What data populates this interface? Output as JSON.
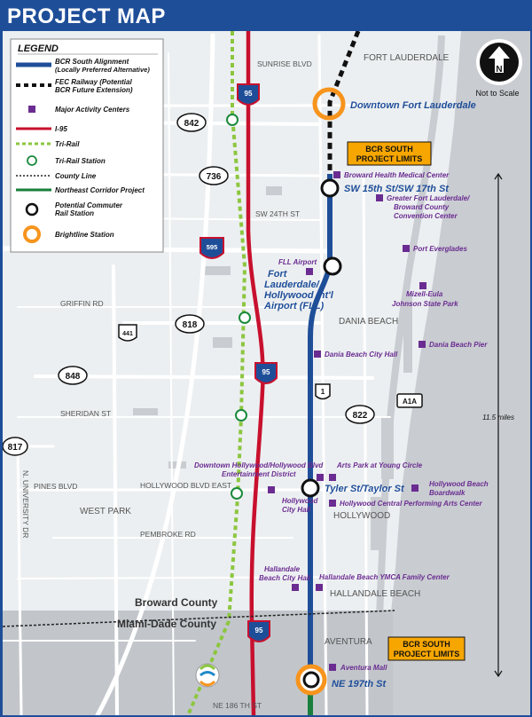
{
  "header": {
    "title": "PROJECT MAP"
  },
  "legend": {
    "title": "LEGEND",
    "items": [
      {
        "line1": "BCR South Alignment",
        "line2": "(Locally Preferred Alternative)"
      },
      {
        "line1": "FEC Railway (Potential",
        "line2": "BCR Future Extension)"
      },
      {
        "line1": "Major Activity Centers"
      },
      {
        "line1": "I-95"
      },
      {
        "line1": "Tri-Rail"
      },
      {
        "line1": "Tri-Rail Station"
      },
      {
        "line1": "County Line"
      },
      {
        "line1": "Northeast Corridor Project"
      },
      {
        "line1": "Potential Commuter",
        "line2": "Rail Station"
      },
      {
        "line1": "Brightline Station"
      }
    ]
  },
  "north": {
    "letter": "N",
    "note": "Not to Scale"
  },
  "shields": {
    "i95": "95",
    "i595": "595",
    "us441": "441",
    "us1": "1",
    "a1a": "A1A",
    "r842": "842",
    "r736": "736",
    "r818": "818",
    "r848": "848",
    "r822": "822",
    "r817": "817"
  },
  "roads": {
    "sunrise": "SUNRISE BLVD",
    "sw24": "SW 24TH ST",
    "griffin": "GRIFFIN RD",
    "sheridan": "SHERIDAN ST",
    "pines": "PINES BLVD",
    "hollywood_blvd": "HOLLYWOOD BLVD EAST",
    "pembroke": "PEMBROKE RD",
    "ne186": "NE 186 TH ST",
    "university": "N. UNIVERSITY DR"
  },
  "places": {
    "fort_lauderdale": "FORT LAUDERDALE",
    "dania_beach": "DANIA BEACH",
    "west_park": "WEST PARK",
    "hollywood": "HOLLYWOOD",
    "hallandale_beach": "HALLANDALE BEACH",
    "aventura": "AVENTURA",
    "broward": "Broward County",
    "miami_dade": "Miami-Dade County"
  },
  "stations": {
    "downtown_fl": "Downtown Fort Lauderdale",
    "sw15": "SW 15th St/SW 17th St",
    "fll_l1": "Fort",
    "fll_l2": "Lauderdale/",
    "fll_l3": "Hollywood Int'l",
    "fll_l4": "Airport (FLL)",
    "tyler": "Tyler St/Taylor St",
    "ne197": "NE 197th St"
  },
  "callouts": {
    "l1": "BCR SOUTH",
    "l2": "PROJECT LIMITS"
  },
  "activity_centers": {
    "broward_health": "Broward Health Medical Center",
    "convention_l1": "Greater Fort Lauderdale/",
    "convention_l2": "Broward County",
    "convention_l3": "Convention Center",
    "port": "Port Everglades",
    "fll_airport": "FLL Airport",
    "mizell_l1": "Mizell-Eula",
    "mizell_l2": "Johnson State Park",
    "dania_pier": "Dania Beach Pier",
    "dania_hall": "Dania Beach City Hall",
    "downtown_hw_l1": "Downtown Hollywood/Hollywood Blvd",
    "downtown_hw_l2": "Entertainment District",
    "arts_park": "Arts Park at Young Circle",
    "hw_boardwalk_l1": "Hollywood Beach",
    "hw_boardwalk_l2": "Boardwalk",
    "hw_hall_l1": "Hollywood",
    "hw_hall_l2": "City Hall",
    "hw_pac": "Hollywood Central Performing Arts Center",
    "hb_hall_l1": "Hallandale",
    "hb_hall_l2": "Beach City Hall",
    "hb_ymca": "Hallandale Beach YMCA Family Center",
    "aventura_mall": "Aventura Mall"
  },
  "distance": "11.5 miles",
  "colors": {
    "bcr": "#1f4e99",
    "i95": "#c8102e",
    "trirail": "#8cc63f",
    "brightline": "#f7941d",
    "activity": "#6a2c91",
    "callout": "#f7a600",
    "neck": "#1a7f3c"
  }
}
